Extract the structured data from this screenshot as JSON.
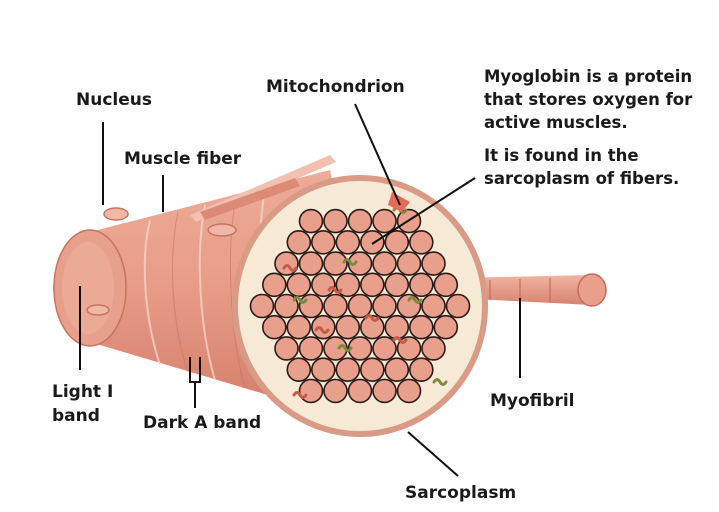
{
  "labels": {
    "nucleus": "Nucleus",
    "muscle_fiber": "Muscle fiber",
    "mitochondrion": "Mitochondrion",
    "light_i_band_line1": "Light I",
    "light_i_band_line2": "band",
    "dark_a_band": "Dark A band",
    "myofibril": "Myofibril",
    "sarcoplasm": "Sarcoplasm"
  },
  "note": {
    "line1": "Myoglobin is a protein",
    "line2": "that stores oxygen for",
    "line3": "active muscles.",
    "line4": "It is found in the",
    "line5": "sarcoplasm of fibers."
  },
  "colors": {
    "fiber_body": "#e89c88",
    "fiber_shadow": "#d37c69",
    "cross_section_fill": "#f6ead6",
    "cross_section_rim": "#d99a86",
    "myofibril_fill": "#e8a08d",
    "myofibril_stroke": "#2a1a18",
    "mitochondrion_green": "#7c8a3e",
    "line_color": "#111111"
  }
}
